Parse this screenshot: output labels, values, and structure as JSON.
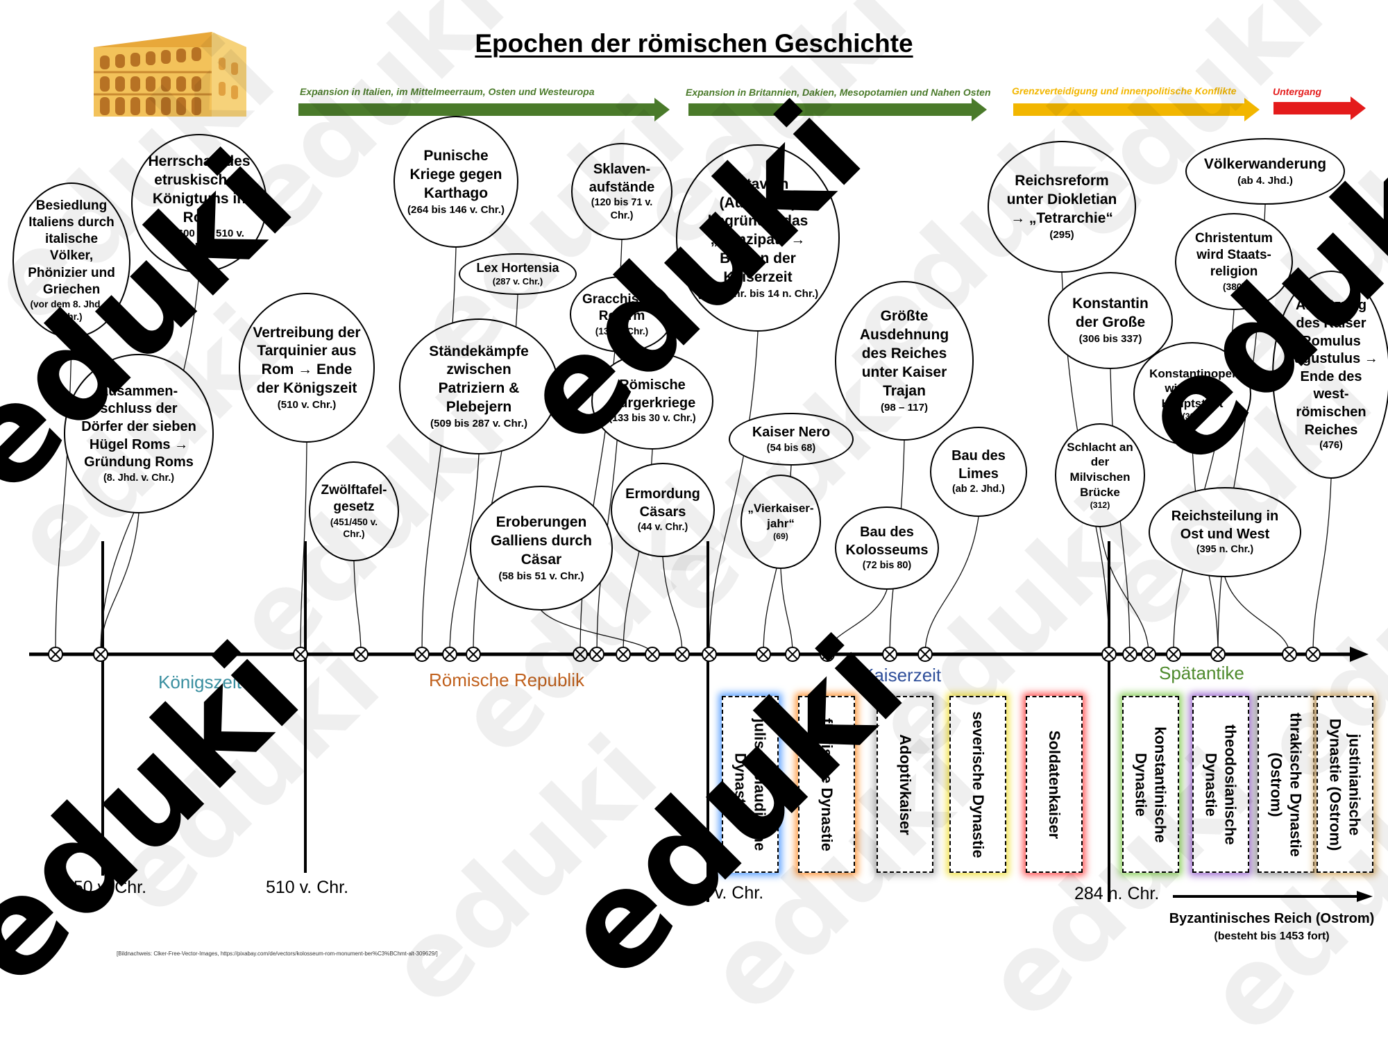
{
  "title": "Epochen der römischen Geschichte",
  "top_arrows": [
    {
      "label": "Expansion in Italien, im Mittelmeerraum, Osten und Westeuropa",
      "color": "#4a7a2a"
    },
    {
      "label": "Expansion in Britannien, Dakien, Mesopotamien und Nahen Osten",
      "color": "#4a7a2a"
    },
    {
      "label": "Grenzverteidigung und innenpolitische Konflikte",
      "color": "#f2b600"
    },
    {
      "label": "Untergang",
      "color": "#e41b1b"
    }
  ],
  "events": [
    {
      "text": "Besiedlung Italiens durch italische Völker, Phönizier und Griechen",
      "date": "(vor dem 8. Jhd. v. Chr.)"
    },
    {
      "text": "Herrschaft des etruskischen Königtums in Rom",
      "date": "(Um 600 bis 510 v. Chr.)"
    },
    {
      "text": "Zusammen-schluss der Dörfer der sieben Hügel Roms → Gründung Roms",
      "date": "(8. Jhd. v. Chr.)"
    },
    {
      "text": "Vertreibung der Tarquinier aus Rom → Ende der Königszeit",
      "date": "(510 v. Chr.)"
    },
    {
      "text": "Zwölftafel-gesetz",
      "date": "(451/450 v. Chr.)"
    },
    {
      "text": "Punische Kriege gegen Karthago",
      "date": "(264 bis 146 v. Chr.)"
    },
    {
      "text": "Ständekämpfe zwischen Patriziern & Plebejern",
      "date": "(509 bis 287 v. Chr.)"
    },
    {
      "text": "Lex Hortensia",
      "date": "(287 v. Chr.)"
    },
    {
      "text": "Sklaven-aufstände",
      "date": "(120 bis 71 v. Chr.)"
    },
    {
      "text": "Gracchische Reform",
      "date": "(133 v. Chr.)"
    },
    {
      "text": "Römische Bürgerkriege",
      "date": "(133 bis 30 v. Chr.)"
    },
    {
      "text": "Eroberungen Galliens durch Cäsar",
      "date": "(58 bis 51 v. Chr.)"
    },
    {
      "text": "Ermordung Cäsars",
      "date": "(44 v. Chr.)"
    },
    {
      "text": "Octavian (Augustus) begründet das „Prinzipat“ → Beginn der Kaiserzeit",
      "date": "(27 v. Chr. bis 14 n. Chr.)"
    },
    {
      "text": "Kaiser Nero",
      "date": "(54 bis 68)"
    },
    {
      "text": "„Vierkaiser-jahr“",
      "date": "(69)"
    },
    {
      "text": "Größte Ausdehnung des Reiches unter Kaiser Trajan",
      "date": "(98 – 117)"
    },
    {
      "text": "Bau des Kolosseums",
      "date": "(72 bis 80)"
    },
    {
      "text": "Bau des Limes",
      "date": "(ab 2. Jhd.)"
    },
    {
      "text": "Reichsreform unter Diokletian → „Tetrarchie“",
      "date": "(295)"
    },
    {
      "text": "Konstantin der Große",
      "date": "(306 bis 337)"
    },
    {
      "text": "Schlacht an der Milvischen Brücke",
      "date": "(312)"
    },
    {
      "text": "Völkerwanderung",
      "date": "(ab 4. Jhd.)"
    },
    {
      "text": "Christentum wird Staats-religion",
      "date": "(380)"
    },
    {
      "text": "Konstantinopel wird neue Hauptstadt",
      "date": "(324)"
    },
    {
      "text": "Absetzung des Kaiser Romulus Augustulus → Ende des west-römischen Reiches",
      "date": "(476)"
    },
    {
      "text": "Reichsteilung in Ost und West",
      "date": "(395 n. Chr.)"
    }
  ],
  "eras": [
    {
      "label": "Königszeit",
      "color": "#3a8fa0"
    },
    {
      "label": "Römische Republik",
      "color": "#c0601c"
    },
    {
      "label": "Kaiserzeit",
      "color": "#2f4f9a"
    },
    {
      "label": "Spätantike",
      "color": "#4e8a2c"
    }
  ],
  "years": [
    "750 v. Chr.",
    "510 v. Chr.",
    "27 v. Chr.",
    "284 n. Chr."
  ],
  "dynasties": [
    {
      "label": "julisch-claudische Dynastie",
      "glow": "#5aa0ff"
    },
    {
      "label": "flavische Dynastie",
      "glow": "#ff9a40"
    },
    {
      "label": "Adoptivkaiser",
      "glow": "#bbbbbb"
    },
    {
      "label": "severische Dynastie",
      "glow": "#f2e24a"
    },
    {
      "label": "Soldatenkaiser",
      "glow": "#ff5555"
    },
    {
      "label": "konstantinische Dynastie",
      "glow": "#8ed060"
    },
    {
      "label": "theodosianische Dynastie",
      "glow": "#a070d0"
    },
    {
      "label": "thrakische Dynastie (Ostrom)",
      "glow": "#999999"
    },
    {
      "label": "justinianische Dynastie (Ostrom)",
      "glow": "#d8b070"
    }
  ],
  "byzantine": {
    "title": "Byzantinisches Reich (Ostrom)",
    "note": "(besteht bis 1453 fort)"
  },
  "credit": "[Bildnachweis: Clker-Free-Vector-Images, https://pixabay.com/de/vectors/kolosseum-rom-monument-ber%C3%BChmt-alt-309629/]",
  "watermark": "eduki"
}
